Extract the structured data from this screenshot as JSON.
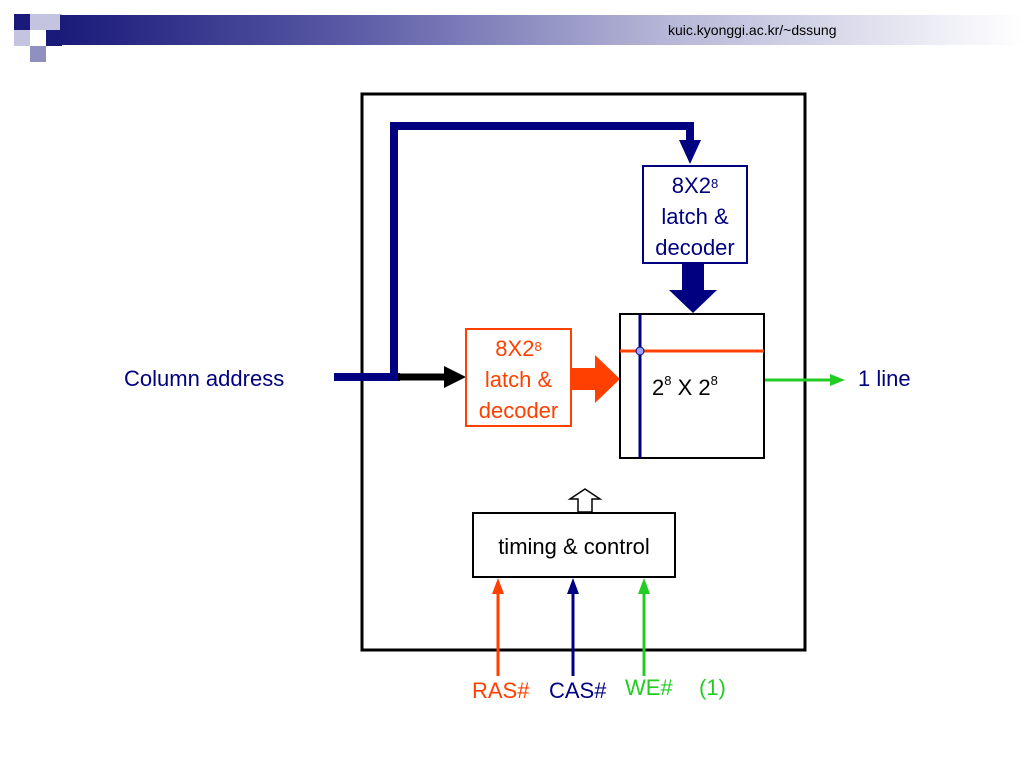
{
  "header": {
    "url": "kuic.kyonggi.ac.kr/~dssung"
  },
  "diagram": {
    "input_label": "Column address",
    "upper_decoder": {
      "line1_base": "8X2",
      "line1_exp": "8",
      "line2": "latch &",
      "line3": "decoder"
    },
    "left_decoder": {
      "line1_base": "8X2",
      "line1_exp": "8",
      "line2": "latch &",
      "line3": "decoder"
    },
    "array": {
      "base1": "2",
      "exp1": "8",
      "sep": " X ",
      "base2": "2",
      "exp2": "8"
    },
    "output_label": "1 line",
    "control_label": "timing & control",
    "signals": {
      "ras": "RAS#",
      "cas": "CAS#",
      "we": "WE#",
      "we_note": "(1)"
    },
    "colors": {
      "navy": "#000080",
      "orange": "#ff4000",
      "green": "#22cc22",
      "black": "#000000"
    }
  }
}
